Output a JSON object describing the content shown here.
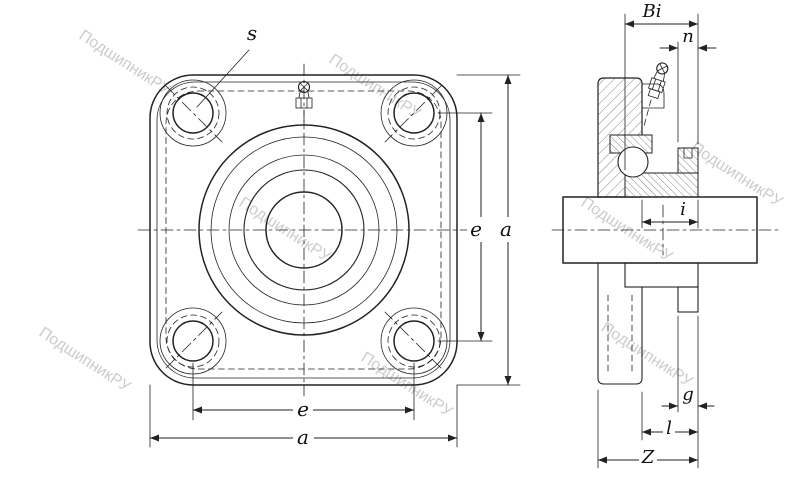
{
  "watermark": {
    "text": "ПодшипникРУ"
  },
  "front_view": {
    "labels": {
      "s": "s",
      "e_right": "e",
      "a_right": "a",
      "e_bottom": "e",
      "a_bottom": "a"
    }
  },
  "side_view": {
    "labels": {
      "bi": "Bi",
      "n": "n",
      "i": "i",
      "g": "g",
      "l": "l",
      "z": "Z"
    }
  },
  "colors": {
    "line": "#222222",
    "label": "#111111",
    "watermark": "#999999",
    "background": "#ffffff"
  }
}
